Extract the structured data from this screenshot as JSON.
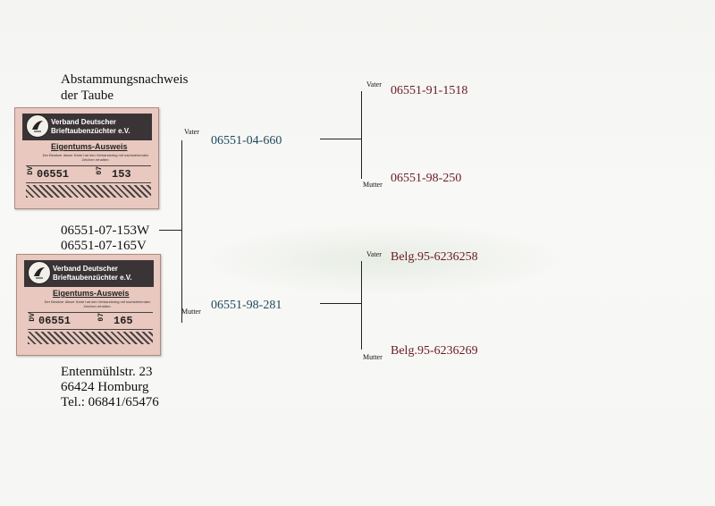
{
  "title": {
    "line1": "Abstammungsnachweis",
    "line2": "der Taube"
  },
  "rings": {
    "ring1": "06551-07-153W",
    "ring2": "06551-07-165V"
  },
  "address": {
    "street": "Entenmühlstr. 23",
    "city": "66424 Homburg",
    "phone": "Tel.: 06841/65476"
  },
  "cards": [
    {
      "org_line1": "Verband Deutscher",
      "org_line2": "Brieftaubenzüchter e.V.",
      "doc_title": "Eigentums-Ausweis",
      "fine_print": "Der Besitzer dieser Karte hat den Verbandsring mit nachstehenden Zeichen erhalten:",
      "dv": "DV",
      "num1": "06551",
      "num2": "07",
      "num3": "153"
    },
    {
      "org_line1": "Verband Deutscher",
      "org_line2": "Brieftaubenzüchter e.V.",
      "doc_title": "Eigentums-Ausweis",
      "fine_print": "Der Besitzer dieser Karte hat den Verbandsring mit nachstehenden Zeichen erhalten:",
      "dv": "DV",
      "num1": "06551",
      "num2": "07",
      "num3": "165"
    }
  ],
  "pedigree": {
    "label_vater": "Vater",
    "label_mutter": "Mutter",
    "father": "06551-04-660",
    "mother": "06551-98-281",
    "father_father": "06551-91-1518",
    "father_mother": "06551-98-250",
    "mother_father": "Belg.95-6236258",
    "mother_mother": "Belg.95-6236269"
  },
  "colors": {
    "teal": "#1f4a5c",
    "maroon": "#6a1a24",
    "card": "#e8c8bf",
    "card_header": "#3b3436"
  }
}
